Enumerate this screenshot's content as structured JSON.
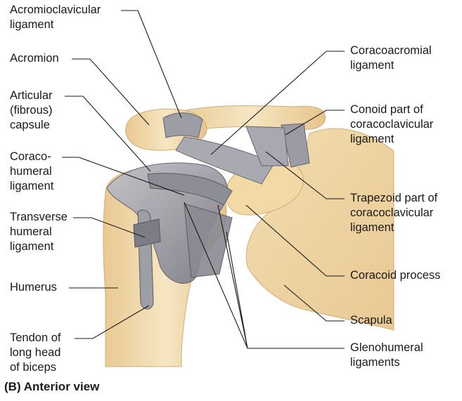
{
  "labels": {
    "acromioclavicular_ligament": "Acromioclavicular\nligament",
    "acromion": "Acromion",
    "articular_capsule": "Articular\n(fibrous)\ncapsule",
    "coracohumeral_ligament": "Coraco-\nhumeral\nligament",
    "transverse_humeral_ligament": "Transverse\nhumeral\nligament",
    "humerus": "Humerus",
    "biceps_tendon": "Tendon of\nlong head\nof biceps",
    "coracoacromial_ligament": "Coracoacromial\nligament",
    "conoid_part": "Conoid part of\ncoracoclavicular\nligament",
    "trapezoid_part": "Trapezoid part of\ncoracoclavicular\nligament",
    "coracoid_process": "Coracoid process",
    "scapula": "Scapula",
    "glenohumeral_ligaments": "Glenohumeral\nligaments"
  },
  "caption": "(B) Anterior view",
  "colors": {
    "bone": "#f1dcae",
    "bone_shade": "#e2bf86",
    "ligament": "#9a9aa3",
    "ligament_dark": "#6e6e78",
    "leader": "#1a1a1a"
  }
}
